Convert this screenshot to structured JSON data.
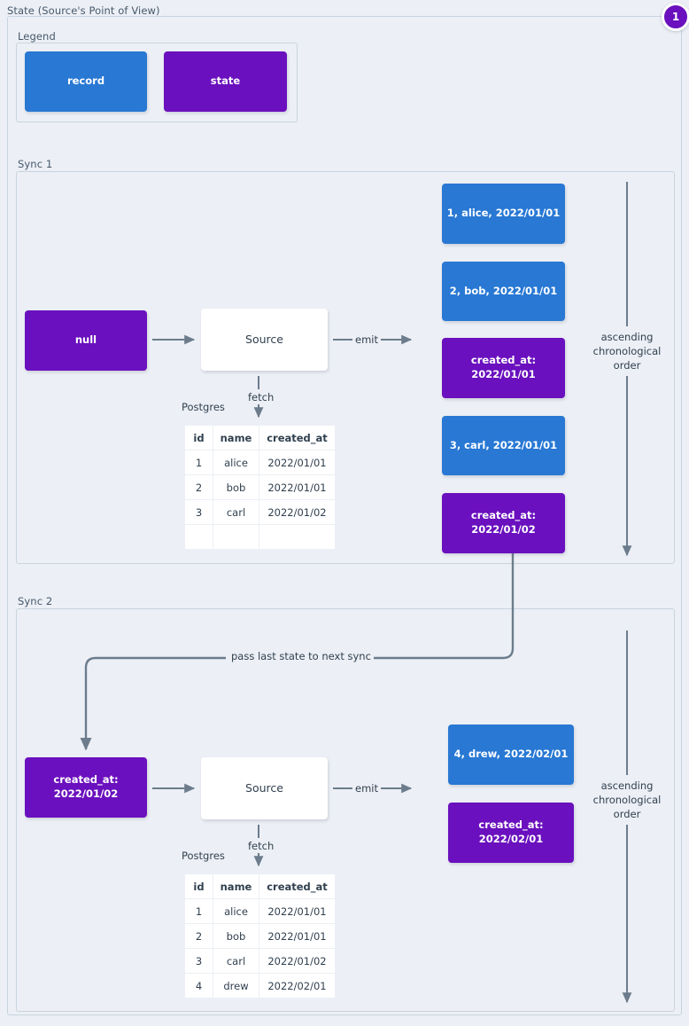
{
  "title": "State (Source's Point of View)",
  "badge": {
    "label": "1",
    "color": "#6a10be"
  },
  "colors": {
    "record": "#2878d4",
    "state": "#6a10be",
    "edge": "#6c7c8c",
    "background": "#eceff5",
    "frame_border": "#c9d4e0"
  },
  "legend": {
    "label": "Legend",
    "items": [
      {
        "label": "record",
        "kind": "record"
      },
      {
        "label": "state",
        "kind": "state"
      }
    ]
  },
  "sync1": {
    "label": "Sync 1",
    "input_state": "null",
    "source": "Source",
    "fetch_label": "fetch",
    "emit_label": "emit",
    "order_label": "ascending\nchronological\norder",
    "postgres": {
      "label": "Postgres",
      "columns": [
        "id",
        "name",
        "created_at"
      ],
      "rows": [
        [
          "1",
          "alice",
          "2022/01/01"
        ],
        [
          "2",
          "bob",
          "2022/01/01"
        ],
        [
          "3",
          "carl",
          "2022/01/02"
        ],
        [
          "",
          "",
          ""
        ]
      ]
    },
    "emitted": [
      {
        "kind": "record",
        "text": "1, alice, 2022/01/01"
      },
      {
        "kind": "record",
        "text": "2, bob, 2022/01/01"
      },
      {
        "kind": "state",
        "text": "created_at:\n2022/01/01"
      },
      {
        "kind": "record",
        "text": "3, carl, 2022/01/01"
      },
      {
        "kind": "state",
        "text": "created_at:\n2022/01/02"
      }
    ]
  },
  "sync2": {
    "label": "Sync 2",
    "input_state": "created_at:\n2022/01/02",
    "source": "Source",
    "fetch_label": "fetch",
    "emit_label": "emit",
    "order_label": "ascending\nchronological\norder",
    "pass_state_label": "pass last state to next sync",
    "postgres": {
      "label": "Postgres",
      "columns": [
        "id",
        "name",
        "created_at"
      ],
      "rows": [
        [
          "1",
          "alice",
          "2022/01/01"
        ],
        [
          "2",
          "bob",
          "2022/01/01"
        ],
        [
          "3",
          "carl",
          "2022/01/02"
        ],
        [
          "4",
          "drew",
          "2022/02/01"
        ]
      ]
    },
    "emitted": [
      {
        "kind": "record",
        "text": "4, drew, 2022/02/01"
      },
      {
        "kind": "state",
        "text": "created_at:\n2022/02/01"
      }
    ]
  }
}
